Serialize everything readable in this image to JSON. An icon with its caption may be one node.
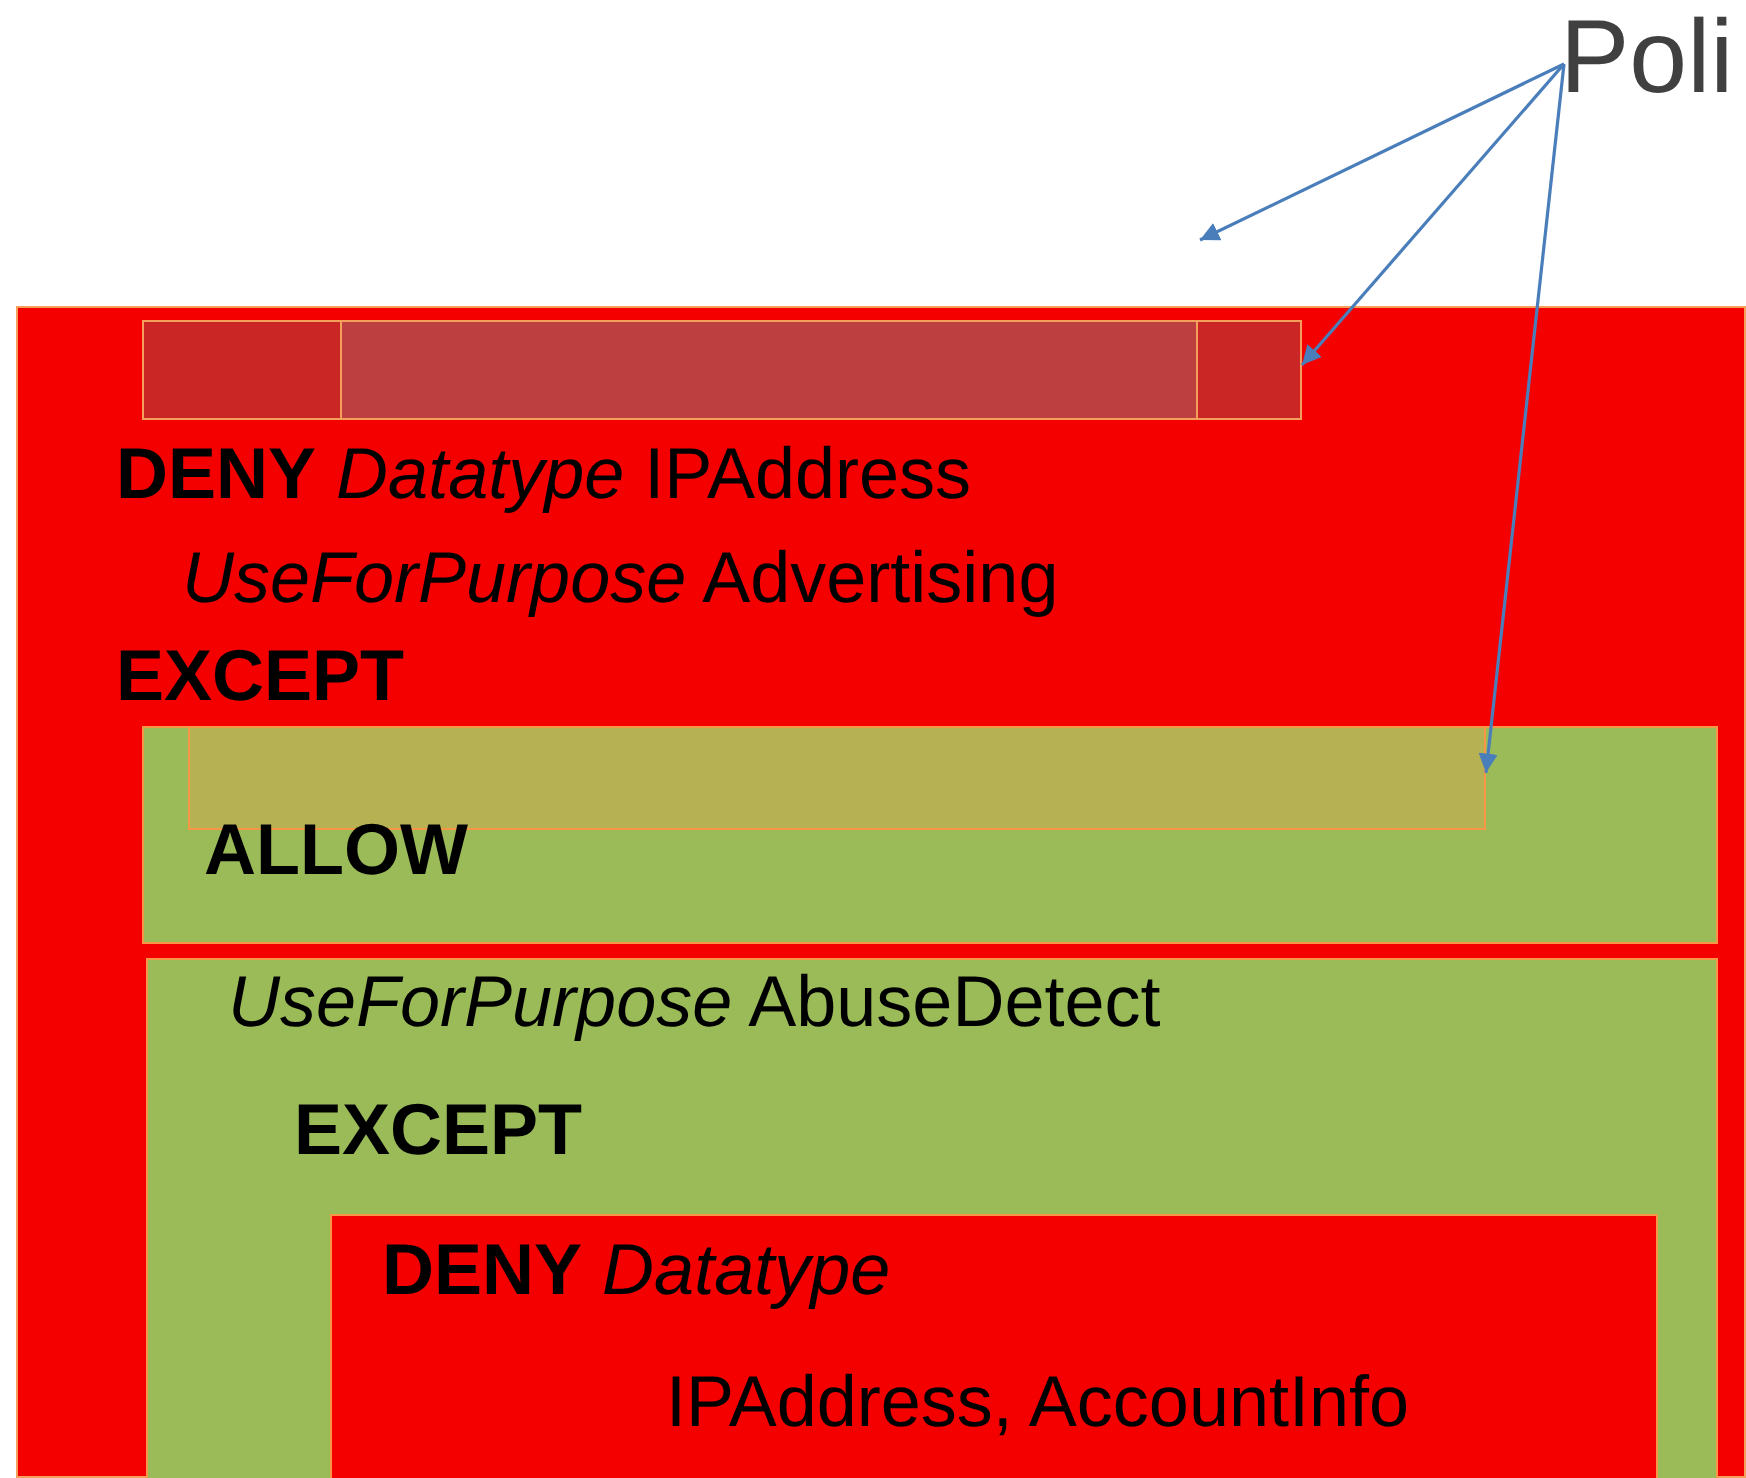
{
  "diagram": {
    "nodes": [
      {
        "text": [
          "Poli"
        ]
      },
      {
        "text": [
          "**DENY** *Datatype* IPAddress",
          "*UseForPurpose* Advertising",
          "**EXCEPT**"
        ]
      },
      {
        "text": [],
        "shape": "box",
        "in": 1
      },
      {
        "text": [],
        "shape": "box",
        "in": 2
      },
      {
        "text": [
          "**ALLOW**"
        ],
        "in": 1
      },
      {
        "text": [],
        "shape": "box",
        "in": 4
      },
      {
        "text": [
          "*UseForPurpose* AbuseDetect",
          "**EXCEPT**"
        ],
        "in": 1
      },
      {
        "text": [
          "**DENY** *Datatype*",
          "IPAddress, AccountInfo"
        ],
        "in": 6
      }
    ],
    "edges": [
      {
        "from": 0,
        "to": null,
        "arrow": "to"
      },
      {
        "from": 0,
        "to": 2,
        "arrow": "to"
      },
      {
        "from": 0,
        "to": 5,
        "arrow": "to"
      }
    ]
  }
}
